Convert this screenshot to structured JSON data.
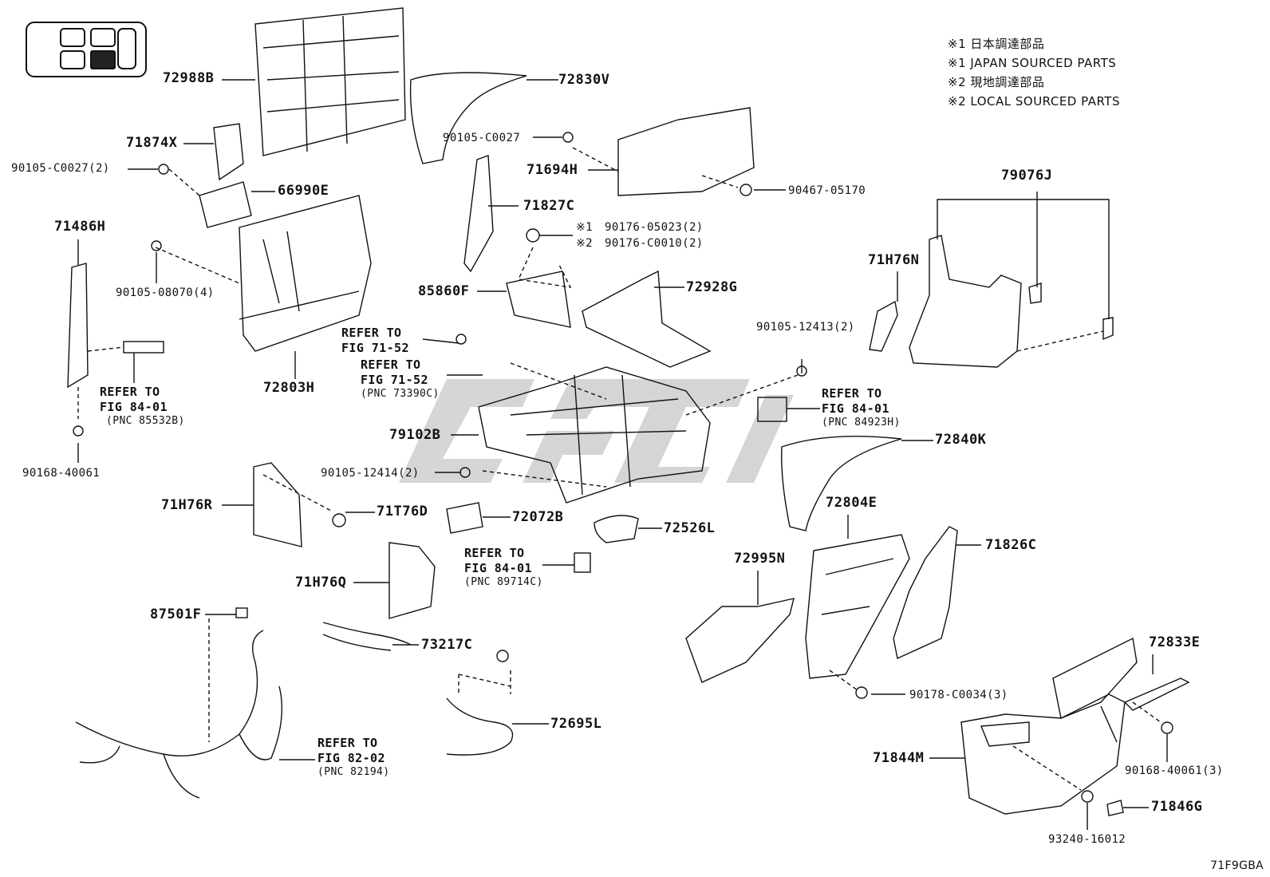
{
  "legend": {
    "line1": "※1 日本調達部品",
    "line2": "※1 JAPAN SOURCED PARTS",
    "line3": "※2 現地調達部品",
    "line4": "※2 LOCAL SOURCED PARTS"
  },
  "labels": {
    "p72988B": "72988B",
    "p71874X": "71874X",
    "p90105_C0027_2": "90105-C0027(2)",
    "p66990E": "66990E",
    "p71486H": "71486H",
    "p90105_08070_4": "90105-08070(4)",
    "p72803H": "72803H",
    "p90168_40061_left": "90168-40061",
    "p72830V": "72830V",
    "p90105_C0027": "90105-C0027",
    "p71694H": "71694H",
    "p90467_05170": "90467-05170",
    "p71827C": "71827C",
    "p90176_05023_2": "90176-05023(2)",
    "p90176_C0010_2": "90176-C0010(2)",
    "mark1": "※1",
    "mark2": "※2",
    "p85860F": "85860F",
    "p72928G": "72928G",
    "p79076J": "79076J",
    "p71H76N": "71H76N",
    "p90105_12413_2": "90105-12413(2)",
    "p79102B": "79102B",
    "p90105_12414_2": "90105-12414(2)",
    "p72840K": "72840K",
    "p71H76R": "71H76R",
    "p71T76D": "71T76D",
    "p72072B": "72072B",
    "p72526L": "72526L",
    "p72804E": "72804E",
    "p72995N": "72995N",
    "p71826C": "71826C",
    "p71H76Q": "71H76Q",
    "p87501F": "87501F",
    "p73217C": "73217C",
    "p72695L": "72695L",
    "p90178_C0034_3": "90178-C0034(3)",
    "p72833E": "72833E",
    "p71844M": "71844M",
    "p90168_40061_3": "90168-40061(3)",
    "p71846G": "71846G",
    "p93240_16012": "93240-16012"
  },
  "refs": [
    {
      "line1": "REFER TO",
      "line2": "FIG 71-52",
      "pnc": ""
    },
    {
      "line1": "REFER TO",
      "line2": "FIG 71-52",
      "pnc": "(PNC 73390C)"
    },
    {
      "line1": "REFER TO",
      "line2": "FIG 84-01",
      "pnc": "(PNC 85532B)"
    },
    {
      "line1": "REFER TO",
      "line2": "FIG 84-01",
      "pnc": "(PNC 84923H)"
    },
    {
      "line1": "REFER TO",
      "line2": "FIG 84-01",
      "pnc": "(PNC 89714C)"
    },
    {
      "line1": "REFER TO",
      "line2": "FIG 82-02",
      "pnc": "(PNC 82194)"
    }
  ],
  "figure_code": "71F9GBA",
  "colors": {
    "line": "#111111",
    "watermark": "#c8c8c8",
    "thumb_fill": "#222222"
  }
}
